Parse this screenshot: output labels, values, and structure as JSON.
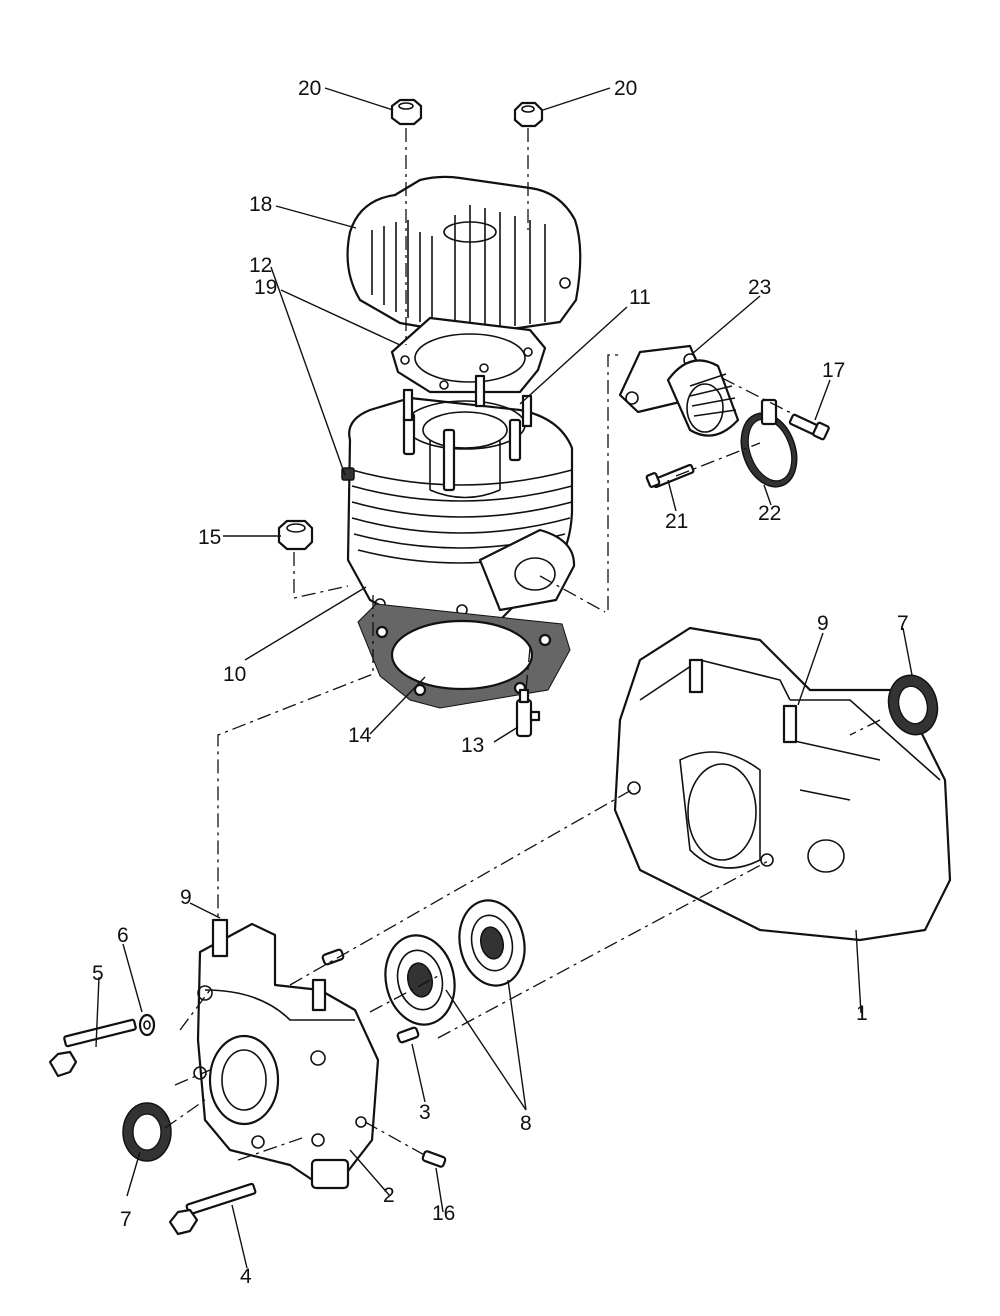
{
  "callouts": [
    {
      "id": "p20a",
      "text": "20"
    },
    {
      "id": "p20b",
      "text": "20"
    },
    {
      "id": "p18",
      "text": "18"
    },
    {
      "id": "p19",
      "text": "19"
    },
    {
      "id": "p11",
      "text": "11"
    },
    {
      "id": "p23",
      "text": "23"
    },
    {
      "id": "p17",
      "text": "17"
    },
    {
      "id": "p12",
      "text": "12"
    },
    {
      "id": "p15",
      "text": "15"
    },
    {
      "id": "p21",
      "text": "21"
    },
    {
      "id": "p22",
      "text": "22"
    },
    {
      "id": "p10",
      "text": "10"
    },
    {
      "id": "p9a",
      "text": "9"
    },
    {
      "id": "p7a",
      "text": "7"
    },
    {
      "id": "p14",
      "text": "14"
    },
    {
      "id": "p13",
      "text": "13"
    },
    {
      "id": "p9b",
      "text": "9"
    },
    {
      "id": "p6",
      "text": "6"
    },
    {
      "id": "p5",
      "text": "5"
    },
    {
      "id": "p1",
      "text": "1"
    },
    {
      "id": "p3",
      "text": "3"
    },
    {
      "id": "p8",
      "text": "8"
    },
    {
      "id": "p7b",
      "text": "7"
    },
    {
      "id": "p2",
      "text": "2"
    },
    {
      "id": "p16",
      "text": "16"
    },
    {
      "id": "p4",
      "text": "4"
    }
  ],
  "colors": {
    "ink": "#111111",
    "paper": "#ffffff"
  }
}
